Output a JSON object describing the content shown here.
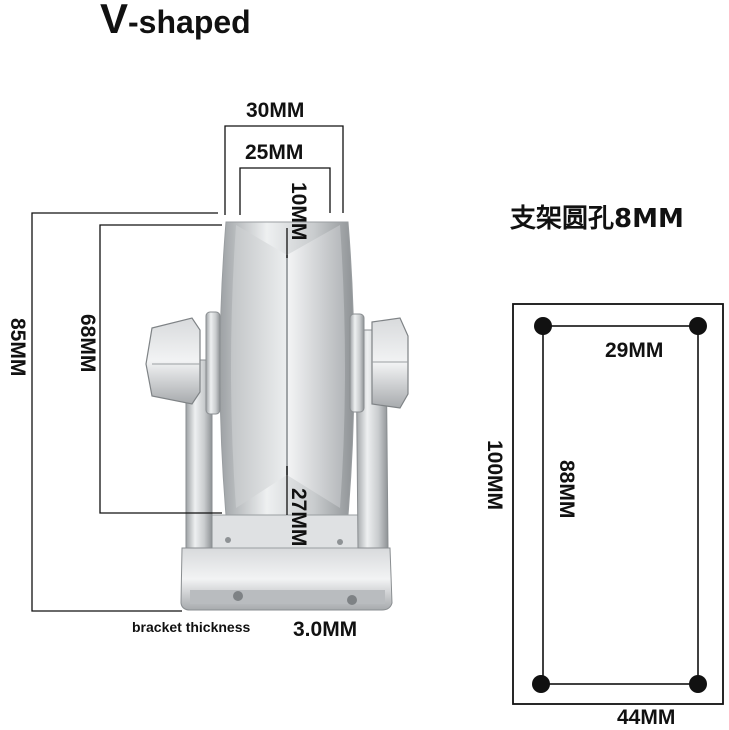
{
  "title": {
    "prefix": "V",
    "rest": "-shaped"
  },
  "dimensions": {
    "wheel_width": "30MM",
    "groove_width": "25MM",
    "groove_depth": "10MM",
    "total_height": "85MM",
    "wheel_diameter": "68MM",
    "axle_height": "27MM",
    "bracket_thickness_label": "bracket thickness",
    "bracket_thickness_value": "3.0MM"
  },
  "base_plate": {
    "hole_note": "支架圆孔8MM",
    "hole_spacing_width": "29MM",
    "hole_spacing_length": "88MM",
    "plate_length": "100MM",
    "plate_width": "44MM"
  },
  "colors": {
    "line": "#111111",
    "metal_light": "#e6e8ea",
    "metal_dark": "#8f9396"
  }
}
